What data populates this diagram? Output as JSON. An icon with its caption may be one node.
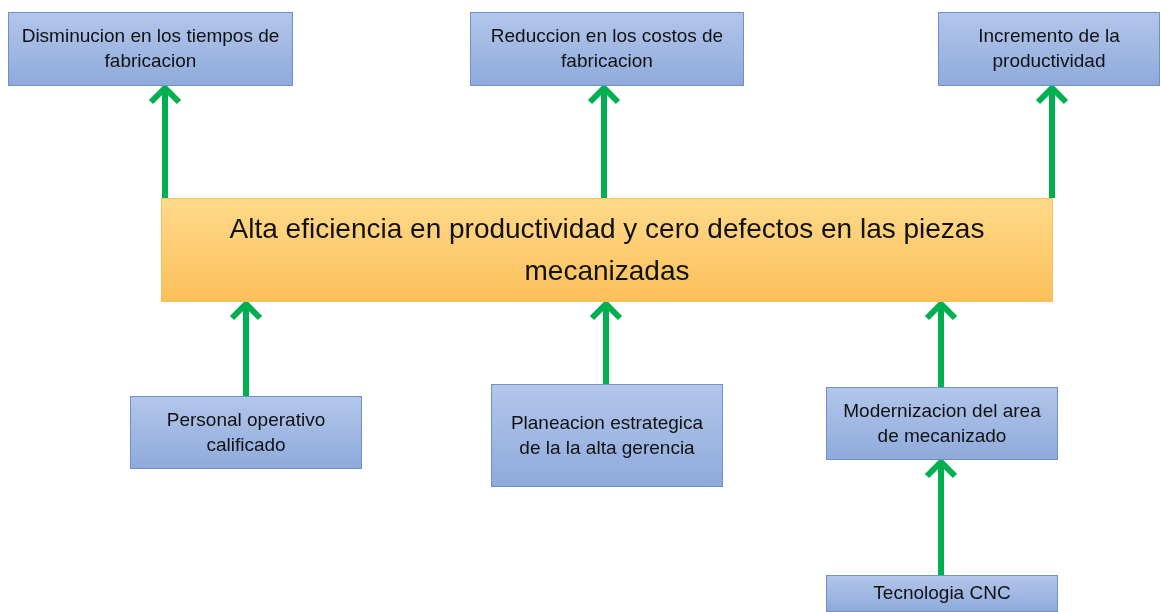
{
  "diagram": {
    "nodes": [
      {
        "text": [
          "Disminucion en los tiempos de fabricacion"
        ]
      },
      {
        "text": [
          "Reduccion en los costos de fabricacion"
        ]
      },
      {
        "text": [
          "Incremento de la productividad"
        ]
      },
      {
        "text": [
          "Alta eficiencia en productividad y cero defectos en las piezas mecanizadas"
        ]
      },
      {
        "text": [
          "Personal operativo calificado"
        ]
      },
      {
        "text": [
          "Planeacion estrategica de la la alta gerencia"
        ]
      },
      {
        "text": [
          "Modernizacion del area de mecanizado"
        ]
      },
      {
        "text": [
          "Tecnologia CNC"
        ]
      }
    ],
    "edges": [
      {
        "from": 3,
        "to": 0,
        "arrow": "to"
      },
      {
        "from": 3,
        "to": 1,
        "arrow": "to"
      },
      {
        "from": 3,
        "to": 2,
        "arrow": "to"
      },
      {
        "from": 4,
        "to": 3,
        "arrow": "to"
      },
      {
        "from": 5,
        "to": 3,
        "arrow": "to"
      },
      {
        "from": 6,
        "to": 3,
        "arrow": "to"
      },
      {
        "from": 7,
        "to": 6,
        "arrow": "to"
      }
    ]
  }
}
